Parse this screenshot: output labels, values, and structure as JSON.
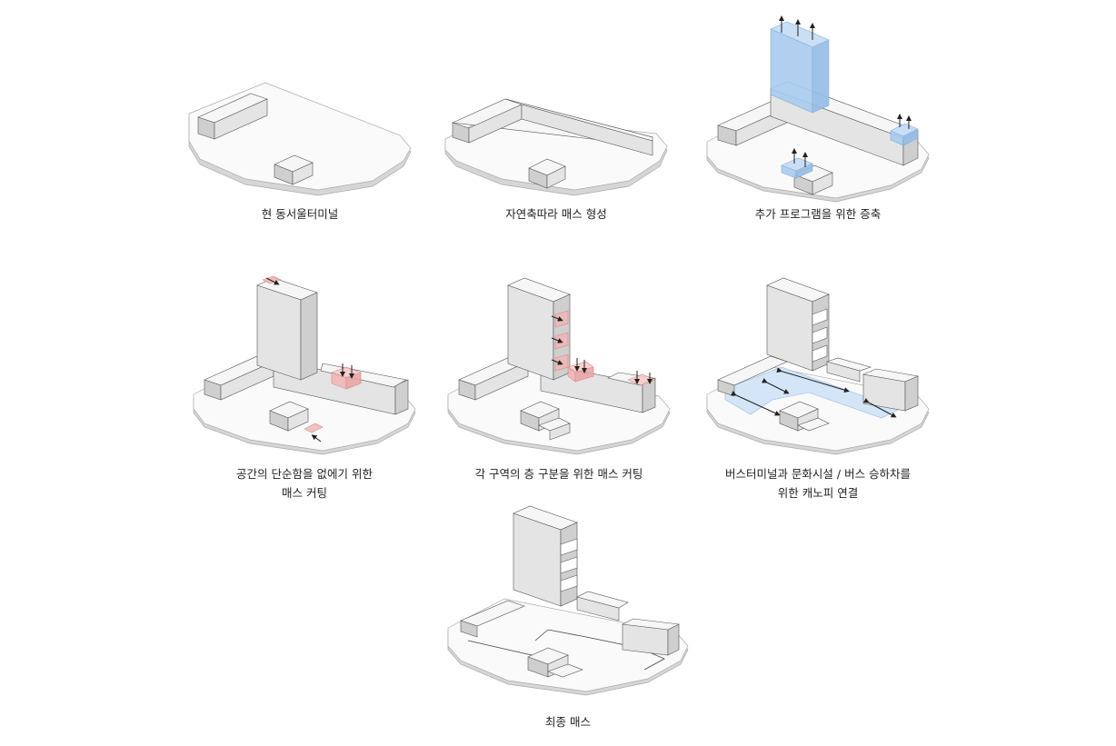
{
  "diagram": {
    "steps": [
      {
        "id": "step-1",
        "caption": [
          "현 동서울터미널"
        ]
      },
      {
        "id": "step-2",
        "caption": [
          "자연축따라 매스 형성"
        ]
      },
      {
        "id": "step-3",
        "caption": [
          "추가 프로그램을 위한 증축"
        ]
      },
      {
        "id": "step-4",
        "caption": [
          "공간의 단순함을 없에기 위한",
          "매스 커팅"
        ]
      },
      {
        "id": "step-5",
        "caption": [
          "각 구역의 층 구분을 위한 매스 커팅"
        ]
      },
      {
        "id": "step-6",
        "caption": [
          "버스터미널과 문화시설 / 버스 승하차를",
          "위한 캐노피 연결"
        ]
      },
      {
        "id": "step-7",
        "caption": [
          "최종 매스"
        ]
      }
    ],
    "colors": {
      "mass_top": "#f6f6f6",
      "mass_side": "#e4e4e4",
      "mass_front": "#cfcfcf",
      "site_top": "#fafafa",
      "site_edge": "#d6d6d6",
      "addition_blue": "#a9ccef",
      "cut_red": "#f1b6b6",
      "canopy_blue": "#cfe3f7",
      "line": "#444444"
    }
  }
}
